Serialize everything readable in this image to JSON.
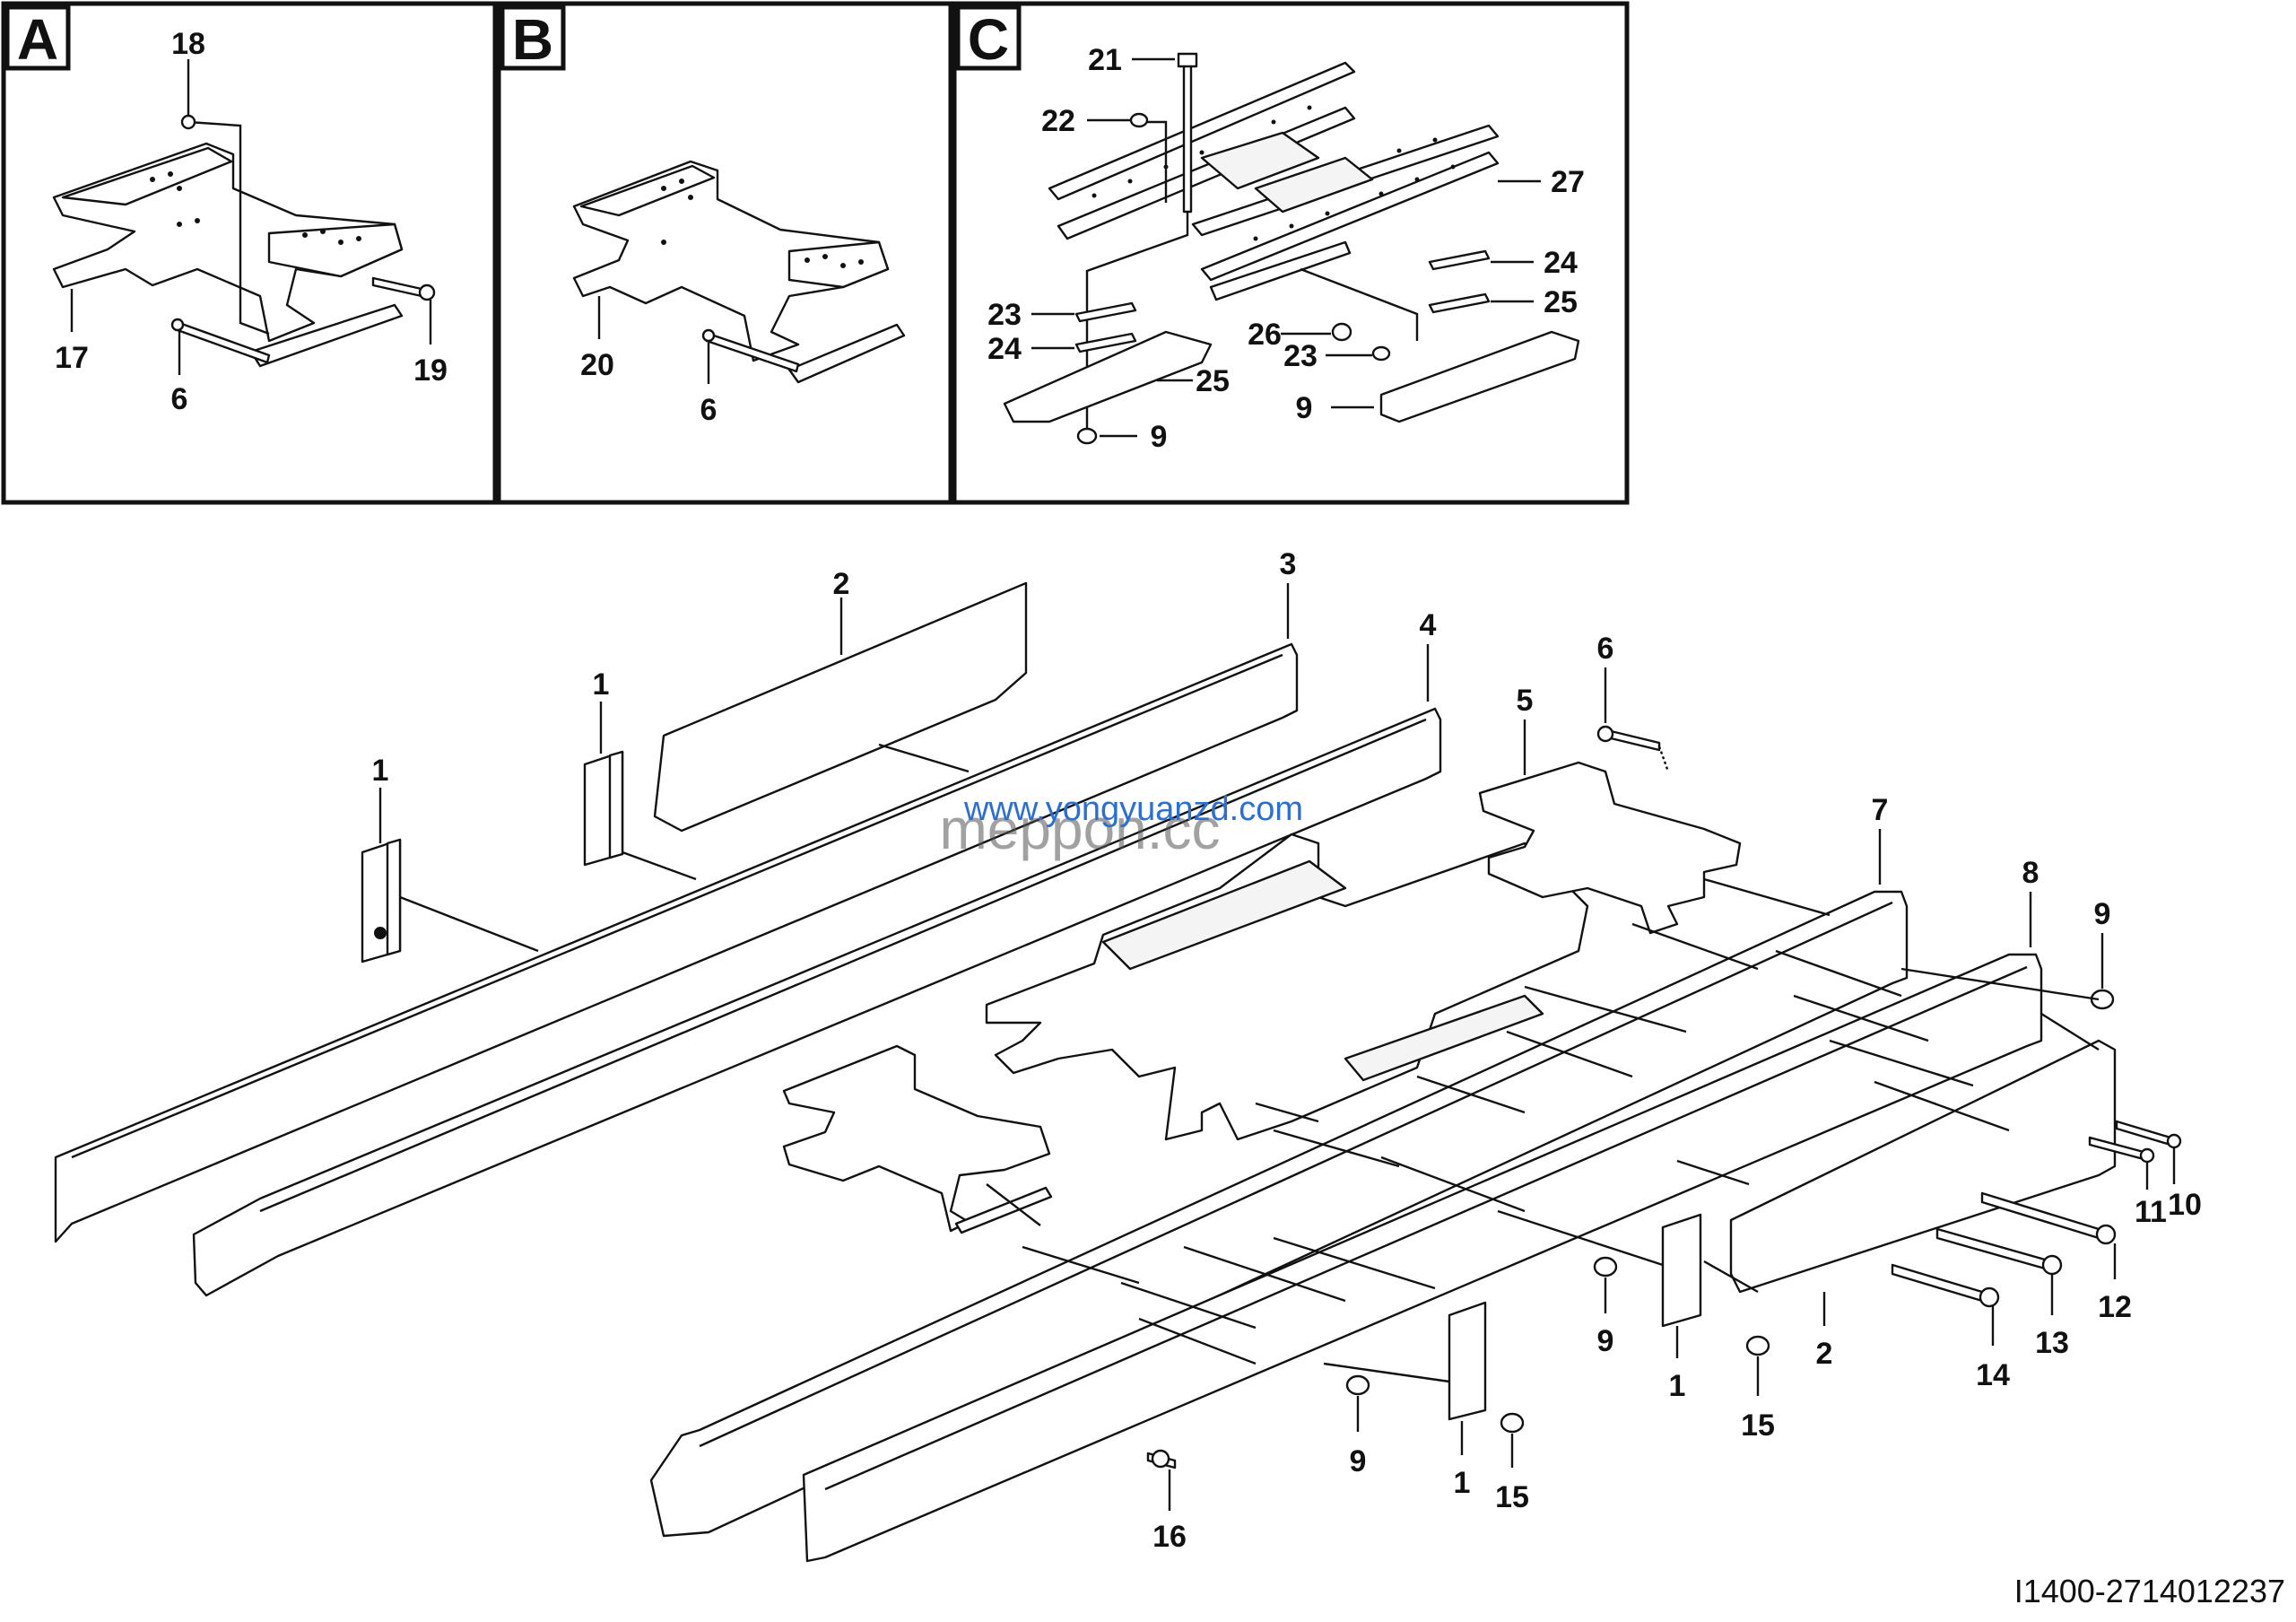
{
  "panels": [
    {
      "letter": "A",
      "callouts": [
        "18",
        "17",
        "6",
        "19"
      ]
    },
    {
      "letter": "B",
      "callouts": [
        "20",
        "6"
      ]
    },
    {
      "letter": "C",
      "callouts": [
        "21",
        "22",
        "27",
        "23",
        "24",
        "25",
        "9",
        "26",
        "23",
        "24",
        "25",
        "9"
      ]
    }
  ],
  "main_callouts": [
    "2",
    "3",
    "4",
    "1",
    "1",
    "5",
    "6",
    "7",
    "8",
    "9",
    "11",
    "10",
    "12",
    "13",
    "14",
    "2",
    "15",
    "1",
    "9",
    "9",
    "1",
    "15",
    "16"
  ],
  "document_number": "I1400-2714012237",
  "watermark": {
    "line1": "www.yongyuanzd.com",
    "line2": "meppon.cc"
  },
  "colors": {
    "line": "#111111",
    "watermark_blue": "#2a6fd1"
  }
}
